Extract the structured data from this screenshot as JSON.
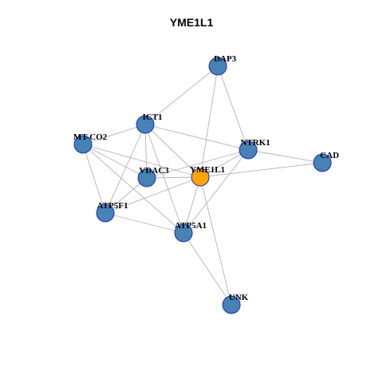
{
  "title": "YME1L1",
  "colors": {
    "node_default": "#4682b4",
    "node_highlight": "#ffa500",
    "node_border": "#1a2fbf",
    "edge": "#b3b3b3"
  },
  "nodes": [
    {
      "id": "DAP3",
      "label": "DAP3",
      "highlight": false
    },
    {
      "id": "ICT1",
      "label": "ICT1",
      "highlight": false
    },
    {
      "id": "MT-CO2",
      "label": "MT-CO2",
      "highlight": false
    },
    {
      "id": "NTRK1",
      "label": "NTRK1",
      "highlight": false
    },
    {
      "id": "CAD",
      "label": "CAD",
      "highlight": false
    },
    {
      "id": "VDAC3",
      "label": "VDAC3",
      "highlight": false
    },
    {
      "id": "YME1L1",
      "label": "YME1L1",
      "highlight": true
    },
    {
      "id": "ATP5F1",
      "label": "ATP5F1",
      "highlight": false
    },
    {
      "id": "ATP5A1",
      "label": "ATP5A1",
      "highlight": false
    },
    {
      "id": "UNK",
      "label": "UNK",
      "highlight": false
    }
  ],
  "edges": [
    [
      "DAP3",
      "ICT1"
    ],
    [
      "DAP3",
      "NTRK1"
    ],
    [
      "DAP3",
      "YME1L1"
    ],
    [
      "ICT1",
      "MT-CO2"
    ],
    [
      "ICT1",
      "VDAC3"
    ],
    [
      "ICT1",
      "YME1L1"
    ],
    [
      "ICT1",
      "ATP5F1"
    ],
    [
      "ICT1",
      "ATP5A1"
    ],
    [
      "ICT1",
      "NTRK1"
    ],
    [
      "MT-CO2",
      "VDAC3"
    ],
    [
      "MT-CO2",
      "YME1L1"
    ],
    [
      "MT-CO2",
      "ATP5F1"
    ],
    [
      "MT-CO2",
      "ATP5A1"
    ],
    [
      "NTRK1",
      "CAD"
    ],
    [
      "NTRK1",
      "YME1L1"
    ],
    [
      "NTRK1",
      "VDAC3"
    ],
    [
      "NTRK1",
      "ATP5A1"
    ],
    [
      "CAD",
      "YME1L1"
    ],
    [
      "VDAC3",
      "YME1L1"
    ],
    [
      "VDAC3",
      "ATP5F1"
    ],
    [
      "YME1L1",
      "ATP5F1"
    ],
    [
      "YME1L1",
      "ATP5A1"
    ],
    [
      "YME1L1",
      "UNK"
    ],
    [
      "ATP5F1",
      "ATP5A1"
    ],
    [
      "ATP5A1",
      "UNK"
    ]
  ]
}
